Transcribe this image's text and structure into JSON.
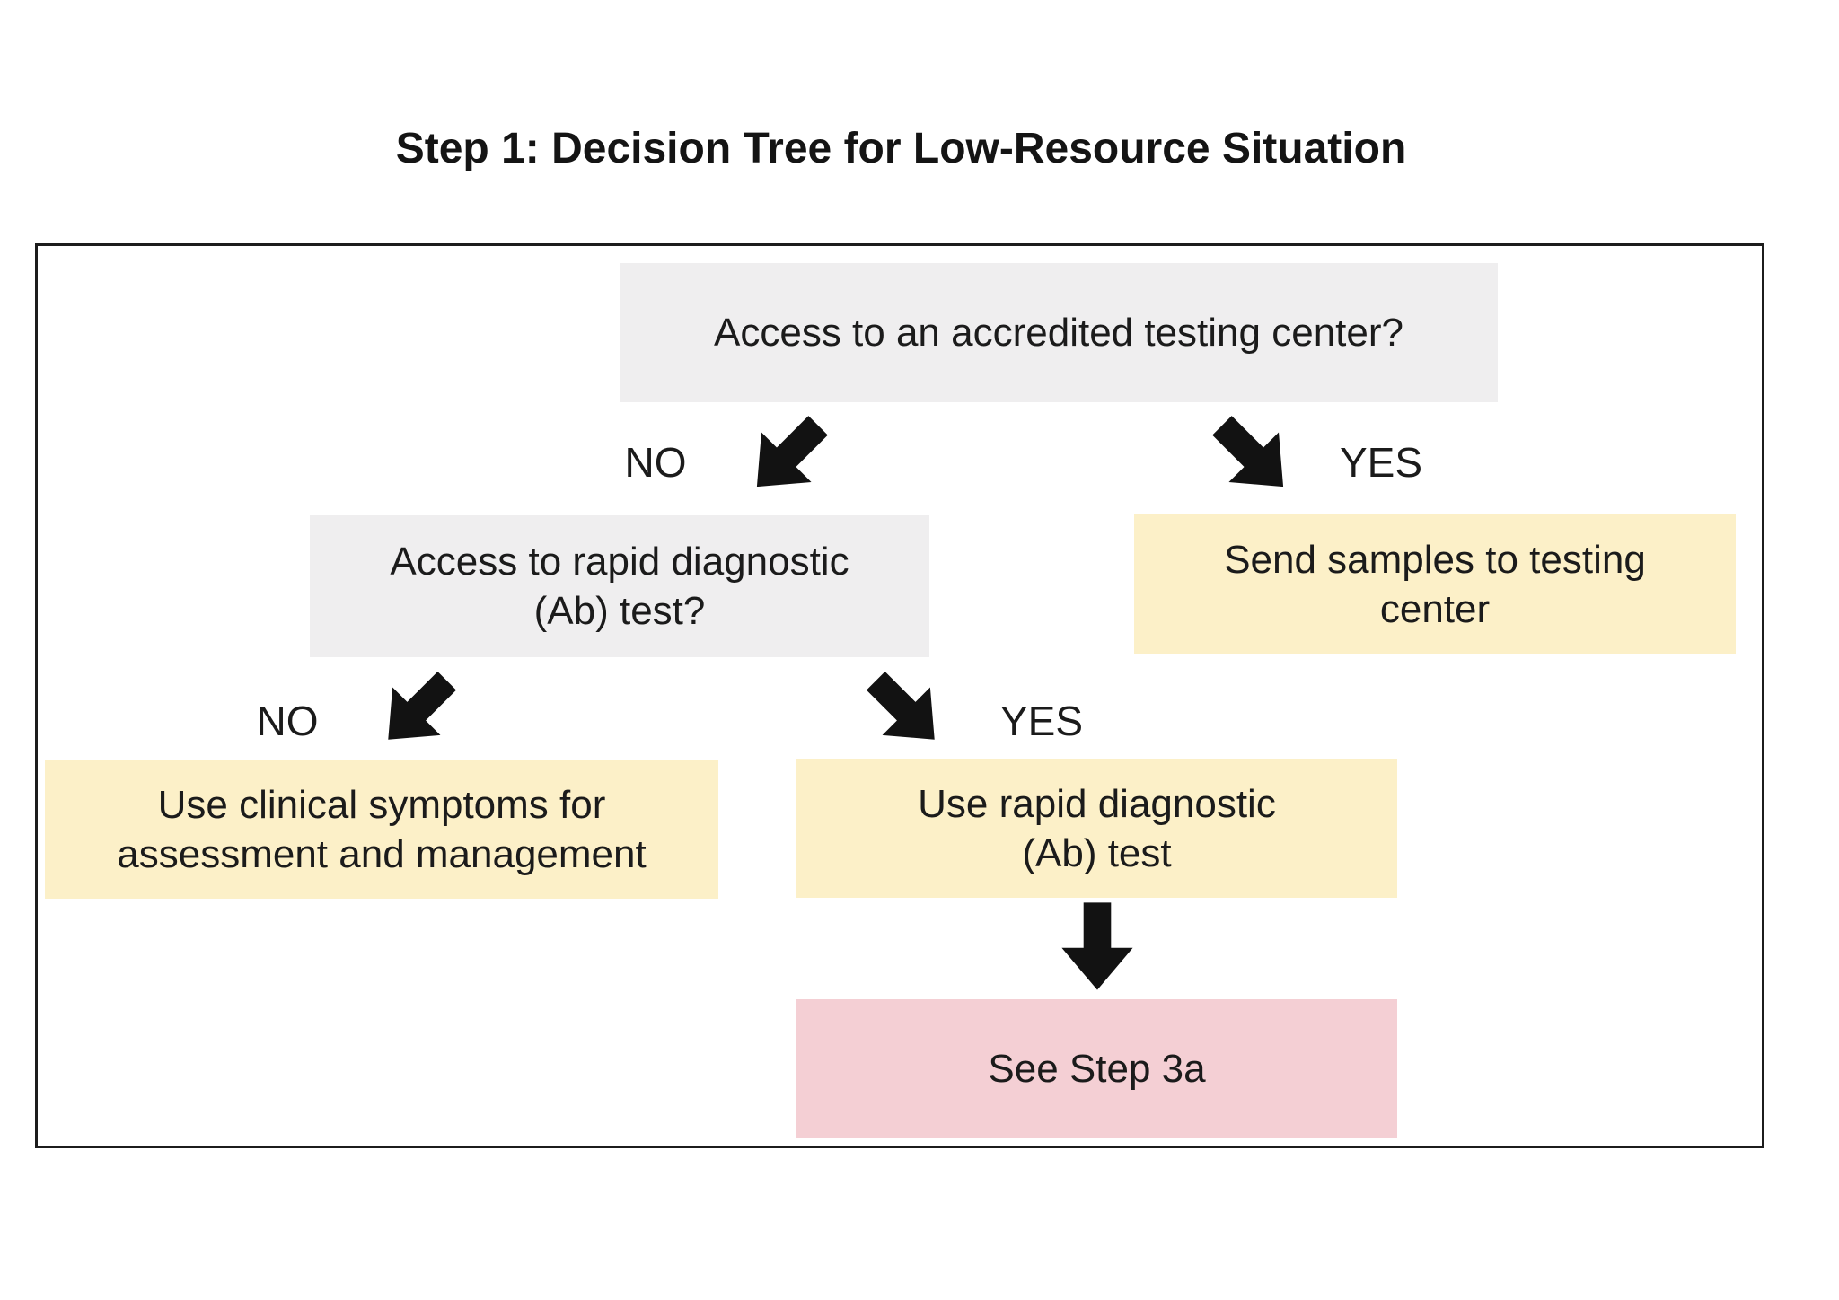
{
  "title": "Step 1: Decision Tree for Low-Resource Situation",
  "colors": {
    "question_box": "#EFEEEF",
    "action_box": "#FCF0C8",
    "terminal_box": "#F4CFD4",
    "arrow": "#121212",
    "frame_border": "#1C1C1C",
    "text": "#1B1B1B"
  },
  "nodes": {
    "root_question": "Access to an accredited testing center?",
    "rapid_question": "Access to rapid diagnostic\n(Ab) test?",
    "send_samples": "Send samples to testing\ncenter",
    "clinical_symptoms": "Use clinical symptoms for\nassessment and management",
    "use_rapid": "Use rapid diagnostic\n(Ab) test",
    "see_step": "See Step 3a"
  },
  "branch_labels": {
    "level1_no": "NO",
    "level1_yes": "YES",
    "level2_no": "NO",
    "level2_yes": "YES"
  }
}
